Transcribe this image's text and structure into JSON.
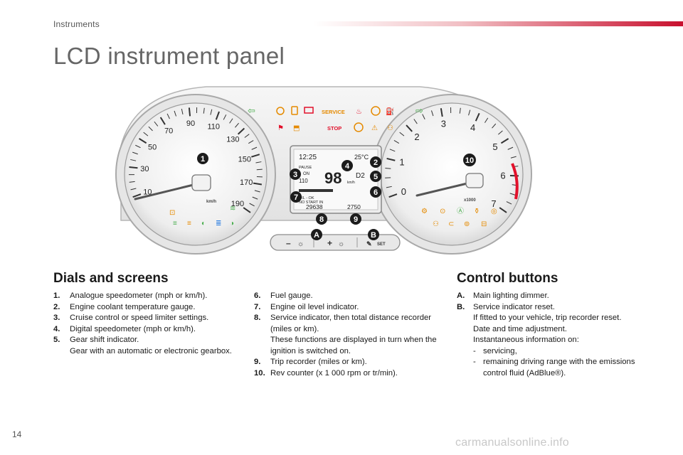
{
  "header": {
    "section": "Instruments"
  },
  "title": "LCD instrument panel",
  "panel": {
    "speedo": {
      "ticks": [
        "10",
        "30",
        "50",
        "70",
        "90",
        "110",
        "130",
        "150",
        "170",
        "190"
      ],
      "unit": "km/h"
    },
    "tacho": {
      "ticks": [
        "0",
        "1",
        "2",
        "3",
        "4",
        "5",
        "6",
        "7"
      ],
      "unit": "x1000"
    },
    "lcd": {
      "time": "12:25",
      "temp": "25°C",
      "pause": "PAUSE",
      "on": "ON",
      "cruise": "110",
      "speed": "98",
      "speed_unit": "km/h",
      "gear": "D2",
      "oil": "OIL - OK",
      "no_start": "NO START IN",
      "odometer": "29638",
      "range": "2750"
    },
    "telltales": {
      "service": "SERVICE",
      "stop": "STOP"
    },
    "buttons": {
      "minus": "–",
      "plus": "+",
      "set": "SET"
    },
    "callouts": [
      "1",
      "2",
      "3",
      "4",
      "5",
      "6",
      "7",
      "8",
      "9",
      "10",
      "A",
      "B"
    ]
  },
  "dials": {
    "heading": "Dials and screens",
    "items": [
      {
        "num": "1.",
        "lines": [
          "Analogue speedometer (mph or km/h)."
        ]
      },
      {
        "num": "2.",
        "lines": [
          "Engine coolant temperature gauge."
        ]
      },
      {
        "num": "3.",
        "lines": [
          "Cruise control or speed limiter settings."
        ]
      },
      {
        "num": "4.",
        "lines": [
          "Digital speedometer (mph or km/h)."
        ]
      },
      {
        "num": "5.",
        "lines": [
          "Gear shift indicator.",
          "Gear with an automatic or electronic gearbox."
        ]
      }
    ],
    "items2": [
      {
        "num": "6.",
        "lines": [
          "Fuel gauge."
        ]
      },
      {
        "num": "7.",
        "lines": [
          "Engine oil level indicator."
        ]
      },
      {
        "num": "8.",
        "lines": [
          "Service indicator, then total distance recorder (miles or km).",
          "These functions are displayed in turn when the ignition is switched on."
        ]
      },
      {
        "num": "9.",
        "lines": [
          "Trip recorder (miles or km)."
        ]
      },
      {
        "num": "10.",
        "lines": [
          "Rev counter (x 1 000 rpm or tr/min)."
        ]
      }
    ]
  },
  "controls": {
    "heading": "Control buttons",
    "a_num": "A.",
    "a_text": "Main lighting dimmer.",
    "b_num": "B.",
    "b_lines": [
      "Service indicator reset.",
      "If fitted to your vehicle, trip recorder reset.",
      "Date and time adjustment.",
      "Instantaneous information on:"
    ],
    "b_dash": [
      "servicing,",
      "remaining driving range with the emissions control fluid (AdBlue®)."
    ],
    "dash_char": "-"
  },
  "page_number": "14",
  "watermark": "carmanualsonline.info"
}
